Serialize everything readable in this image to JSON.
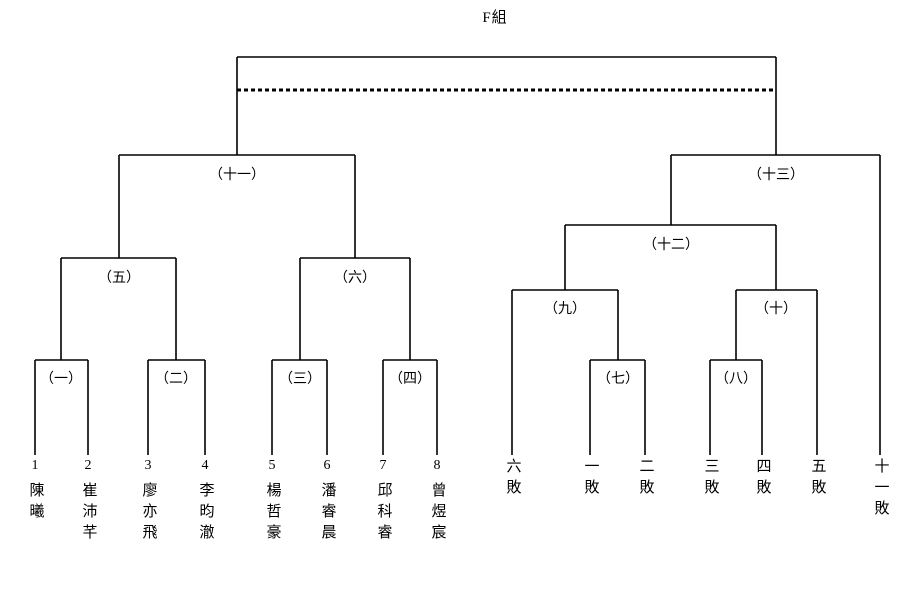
{
  "title": "F組",
  "colors": {
    "background": "#ffffff",
    "line": "#000000",
    "text": "#000000"
  },
  "players": [
    {
      "seed": "1",
      "name": "陳曦"
    },
    {
      "seed": "2",
      "name": "崔沛芊"
    },
    {
      "seed": "3",
      "name": "廖亦飛"
    },
    {
      "seed": "4",
      "name": "李昀澈"
    },
    {
      "seed": "5",
      "name": "楊哲豪"
    },
    {
      "seed": "6",
      "name": "潘睿晨"
    },
    {
      "seed": "7",
      "name": "邱科睿"
    },
    {
      "seed": "8",
      "name": "曾煜宸"
    }
  ],
  "matches": {
    "m1": "（一）",
    "m2": "（二）",
    "m3": "（三）",
    "m4": "（四）",
    "m5": "（五）",
    "m6": "（六）",
    "m7": "（七）",
    "m8": "（八）",
    "m9": "（九）",
    "m10": "（十）",
    "m11": "（十一）",
    "m12": "（十二）",
    "m13": "（十三）"
  },
  "repechage": [
    "六敗",
    "一敗",
    "二敗",
    "三敗",
    "四敗",
    "五敗",
    "十一敗"
  ]
}
